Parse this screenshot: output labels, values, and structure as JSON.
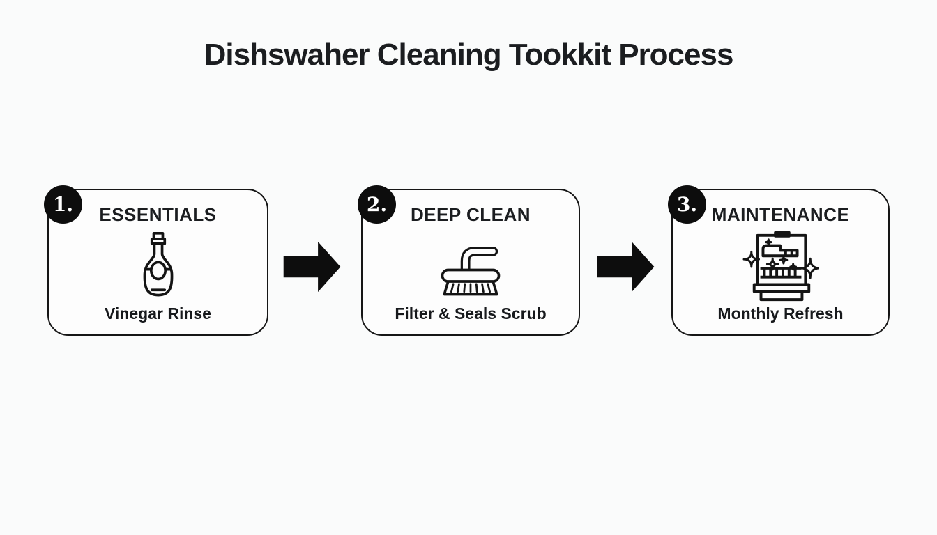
{
  "title": "Dishswaher Cleaning Tookkit Process",
  "steps": [
    {
      "number": "1.",
      "heading": "ESSENTIALS",
      "caption": "Vinegar Rinse",
      "icon": "vinegar-bottle-icon"
    },
    {
      "number": "2.",
      "heading": "DEEP CLEAN",
      "caption": "Filter & Seals Scrub",
      "icon": "scrub-brush-icon"
    },
    {
      "number": "3.",
      "heading": "MAINTENANCE",
      "caption": "Monthly Refresh",
      "icon": "dishwasher-sparkle-icon"
    }
  ],
  "colors": {
    "background": "#fafbfb",
    "box_border": "#161616",
    "badge_background": "#0d0d0d",
    "badge_text": "#ffffff",
    "text": "#17191c",
    "arrow": "#0d0d0d"
  }
}
